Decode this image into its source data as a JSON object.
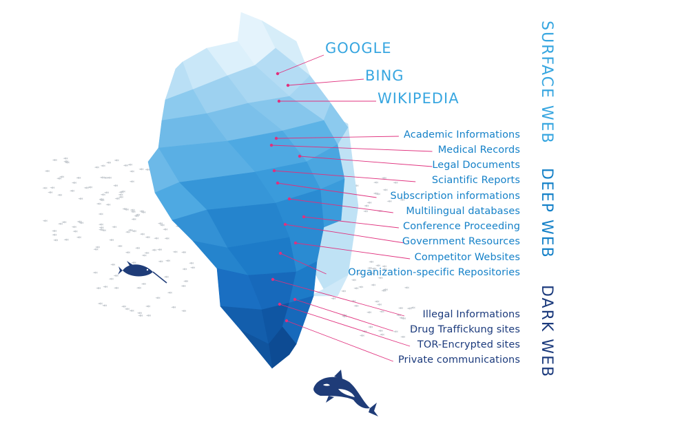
{
  "colors": {
    "surface": "#37a6e0",
    "deep": "#1581c8",
    "dark": "#1b3a7c",
    "leader": "#e0307d",
    "ice_light": "#cfe9f8",
    "ice_mid": "#52b2e8",
    "ice_deep": "#1a6fc2",
    "ice_dark": "#0f4f9e",
    "fish": "#c7ccd1",
    "whale": "#1f3c78"
  },
  "layers": {
    "surface": "SURFACE WEB",
    "deep": "DEEP WEB",
    "dark": "DARK WEB"
  },
  "surface_items": [
    "GOOGLE",
    "BING",
    "WIKIPEDIA"
  ],
  "deep_items": [
    "Academic Informations",
    "Medical Records",
    "Legal Documents",
    "Sciantific Reports",
    "Subscription informations",
    "Multilingual databases",
    "Conference Proceeding",
    "Government Resources",
    "Competitor Websites",
    "Organization-specific Repositories"
  ],
  "dark_items": [
    "Illegal Informations",
    "Drug Traffickung sites",
    "TOR-Encrypted sites",
    "Private communications"
  ],
  "icons": [
    "iceberg-illustration",
    "narwhal-icon",
    "orca-icon",
    "fish-school-icon"
  ]
}
